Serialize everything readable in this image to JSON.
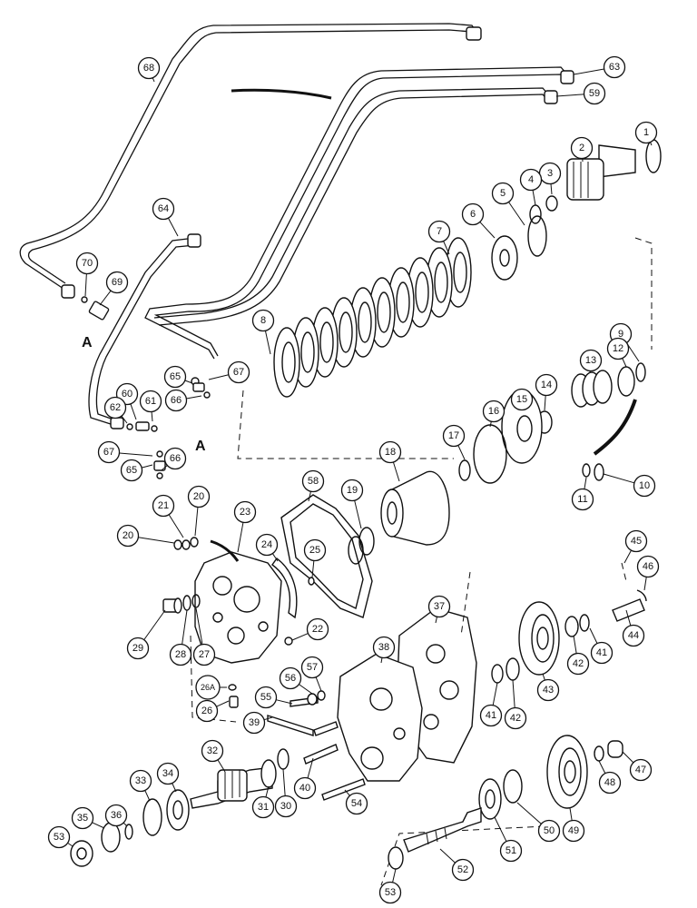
{
  "diagram": {
    "section_marks": [
      "A",
      "A"
    ],
    "callouts": [
      {
        "id": "c1",
        "label": "1"
      },
      {
        "id": "c2",
        "label": "2"
      },
      {
        "id": "c3",
        "label": "3"
      },
      {
        "id": "c4",
        "label": "4"
      },
      {
        "id": "c5",
        "label": "5"
      },
      {
        "id": "c6",
        "label": "6"
      },
      {
        "id": "c7",
        "label": "7"
      },
      {
        "id": "c8",
        "label": "8"
      },
      {
        "id": "c9",
        "label": "9"
      },
      {
        "id": "c10",
        "label": "10"
      },
      {
        "id": "c11",
        "label": "11"
      },
      {
        "id": "c12",
        "label": "12"
      },
      {
        "id": "c13",
        "label": "13"
      },
      {
        "id": "c14",
        "label": "14"
      },
      {
        "id": "c15",
        "label": "15"
      },
      {
        "id": "c16",
        "label": "16"
      },
      {
        "id": "c17",
        "label": "17"
      },
      {
        "id": "c18",
        "label": "18"
      },
      {
        "id": "c19",
        "label": "19"
      },
      {
        "id": "c20a",
        "label": "20"
      },
      {
        "id": "c20b",
        "label": "20"
      },
      {
        "id": "c21",
        "label": "21"
      },
      {
        "id": "c22",
        "label": "22"
      },
      {
        "id": "c23",
        "label": "23"
      },
      {
        "id": "c24",
        "label": "24"
      },
      {
        "id": "c25",
        "label": "25"
      },
      {
        "id": "c26",
        "label": "26"
      },
      {
        "id": "c26a",
        "label": "26A"
      },
      {
        "id": "c27",
        "label": "27"
      },
      {
        "id": "c28",
        "label": "28"
      },
      {
        "id": "c29",
        "label": "29"
      },
      {
        "id": "c30",
        "label": "30"
      },
      {
        "id": "c31",
        "label": "31"
      },
      {
        "id": "c32",
        "label": "32"
      },
      {
        "id": "c33",
        "label": "33"
      },
      {
        "id": "c34",
        "label": "34"
      },
      {
        "id": "c35",
        "label": "35"
      },
      {
        "id": "c36",
        "label": "36"
      },
      {
        "id": "c37",
        "label": "37"
      },
      {
        "id": "c38",
        "label": "38"
      },
      {
        "id": "c39",
        "label": "39"
      },
      {
        "id": "c40",
        "label": "40"
      },
      {
        "id": "c41a",
        "label": "41"
      },
      {
        "id": "c41b",
        "label": "41"
      },
      {
        "id": "c42a",
        "label": "42"
      },
      {
        "id": "c42b",
        "label": "42"
      },
      {
        "id": "c43",
        "label": "43"
      },
      {
        "id": "c44",
        "label": "44"
      },
      {
        "id": "c45",
        "label": "45"
      },
      {
        "id": "c46",
        "label": "46"
      },
      {
        "id": "c47",
        "label": "47"
      },
      {
        "id": "c48",
        "label": "48"
      },
      {
        "id": "c49",
        "label": "49"
      },
      {
        "id": "c50",
        "label": "50"
      },
      {
        "id": "c51",
        "label": "51"
      },
      {
        "id": "c52",
        "label": "52"
      },
      {
        "id": "c53a",
        "label": "53"
      },
      {
        "id": "c53b",
        "label": "53"
      },
      {
        "id": "c54",
        "label": "54"
      },
      {
        "id": "c55",
        "label": "55"
      },
      {
        "id": "c56",
        "label": "56"
      },
      {
        "id": "c57",
        "label": "57"
      },
      {
        "id": "c58",
        "label": "58"
      },
      {
        "id": "c59",
        "label": "59"
      },
      {
        "id": "c60",
        "label": "60"
      },
      {
        "id": "c61",
        "label": "61"
      },
      {
        "id": "c62",
        "label": "62"
      },
      {
        "id": "c63",
        "label": "63"
      },
      {
        "id": "c64",
        "label": "64"
      },
      {
        "id": "c65a",
        "label": "65"
      },
      {
        "id": "c65b",
        "label": "65"
      },
      {
        "id": "c66a",
        "label": "66"
      },
      {
        "id": "c66b",
        "label": "66"
      },
      {
        "id": "c67a",
        "label": "67"
      },
      {
        "id": "c67b",
        "label": "67"
      },
      {
        "id": "c68",
        "label": "68"
      },
      {
        "id": "c69",
        "label": "69"
      },
      {
        "id": "c70",
        "label": "70"
      }
    ]
  }
}
